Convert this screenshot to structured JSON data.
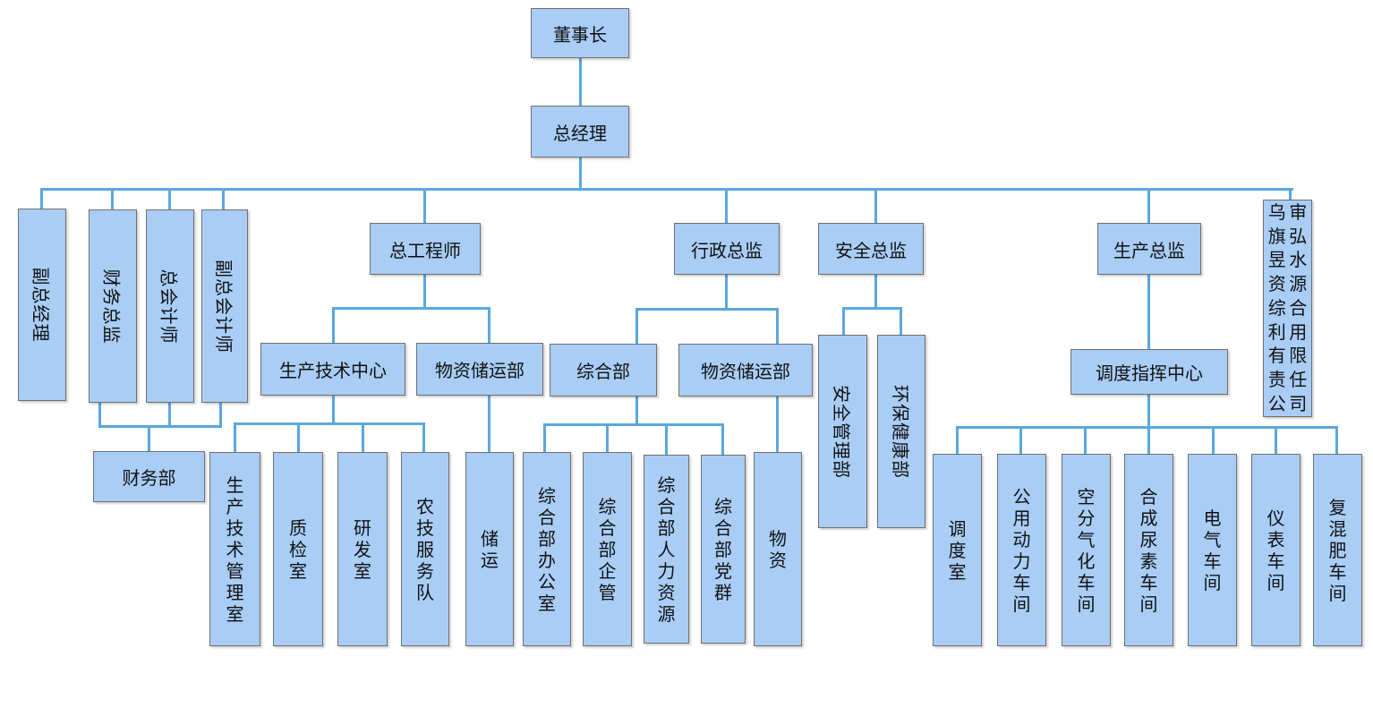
{
  "nodes": {
    "chairman": "董事长",
    "gm": "总经理",
    "deputy_gm": "副总经理",
    "finance_director": "财务总监",
    "chief_accountant": "总会计师",
    "deputy_chief_accountant": "副总会计师",
    "chief_engineer": "总工程师",
    "admin_director": "行政总监",
    "safety_director": "安全总监",
    "production_director": "生产总监",
    "subsidiary": "乌审旗弘昱水资源综合利用有限责任公司",
    "finance_dept": "财务部",
    "prod_tech_center": "生产技术中心",
    "materials_dept_a": "物资储运部",
    "general_dept": "综合部",
    "materials_dept_b": "物资储运部",
    "safety_mgmt_dept": "安全管理部",
    "ehs_dept": "环保健康部",
    "dispatch_center": "调度指挥中心",
    "prod_tech_office": "生产技术管理室",
    "qc_office": "质检室",
    "rd_office": "研发室",
    "agri_team": "农技服务队",
    "storage": "储运",
    "gd_office": "综合部办公室",
    "gd_enterprise": "综合部企管",
    "gd_hr": "综合部人力资源",
    "gd_party": "综合部党群",
    "materials": "物资",
    "dispatch_room": "调度室",
    "utility_workshop": "公用动力车间",
    "air_sep_workshop": "空分气化车间",
    "urea_workshop": "合成尿素车间",
    "electrical_workshop": "电气车间",
    "instrument_workshop": "仪表车间",
    "compound_fert_workshop": "复混肥车间"
  },
  "colors": {
    "box_fill": "#a9cdf5",
    "box_border": "#6f6f6f",
    "connector": "#5ba7df"
  }
}
